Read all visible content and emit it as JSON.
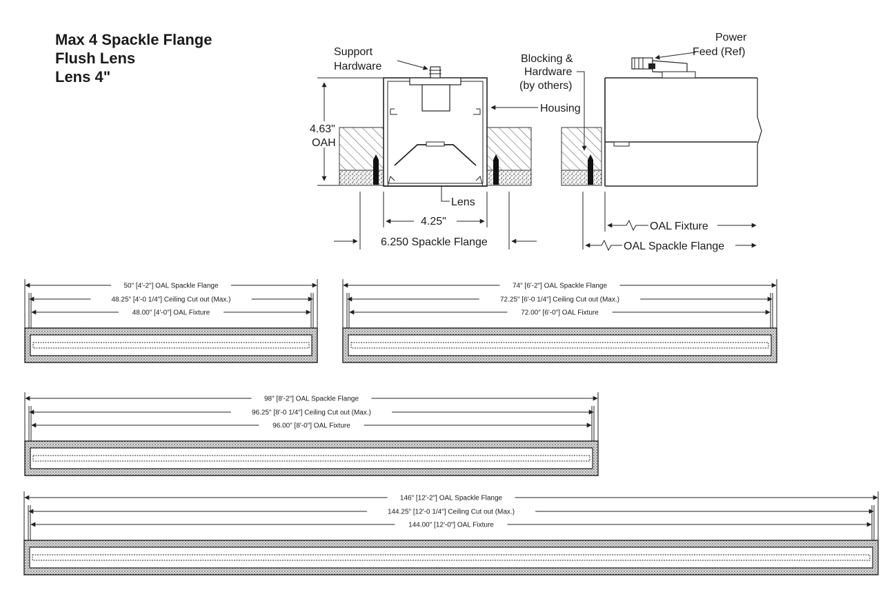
{
  "title": {
    "line1": "Max 4 Spackle Flange",
    "line2": "Flush Lens",
    "line3": "Lens 4\""
  },
  "section_labels": {
    "support_hardware_1": "Support",
    "support_hardware_2": "Hardware",
    "blocking_1": "Blocking &",
    "blocking_2": "Hardware",
    "blocking_3": "(by others)",
    "housing": "Housing",
    "height_value": "4.63\"",
    "height_unit": "OAH",
    "lens": "Lens",
    "lens_width": "4.25\"",
    "flange_width": "6.250 Spackle Flange",
    "power_feed_1": "Power",
    "power_feed_2": "Feed (Ref)",
    "oal_fixture": "OAL Fixture",
    "oal_flange": "OAL Spackle Flange"
  },
  "fixtures": [
    {
      "flange": "50\" [4'-2\"] OAL Spackle Flange",
      "cutout": "48.25\" [4'-0 1/4\"] Ceiling Cut out (Max.)",
      "fixture": "48.00\" [4'-0\"] OAL Fixture"
    },
    {
      "flange": "74\" [6'-2\"] OAL Spackle Flange",
      "cutout": "72.25\" [6'-0 1/4\"] Ceiling Cut out (Max.)",
      "fixture": "72.00\" [6'-0\"] OAL Fixture"
    },
    {
      "flange": "98\" [8'-2\"] OAL Spackle Flange",
      "cutout": "96.25\" [8'-0 1/4\"] Ceiling Cut out (Max.)",
      "fixture": "96.00\" [8'-0\"] OAL Fixture"
    },
    {
      "flange": "146\" [12'-2\"] OAL Spackle Flange",
      "cutout": "144.25\" [12'-0 1/4\"] Ceiling Cut out (Max.)",
      "fixture": "144.00\" [12'-0\"] OAL Fixture"
    }
  ]
}
